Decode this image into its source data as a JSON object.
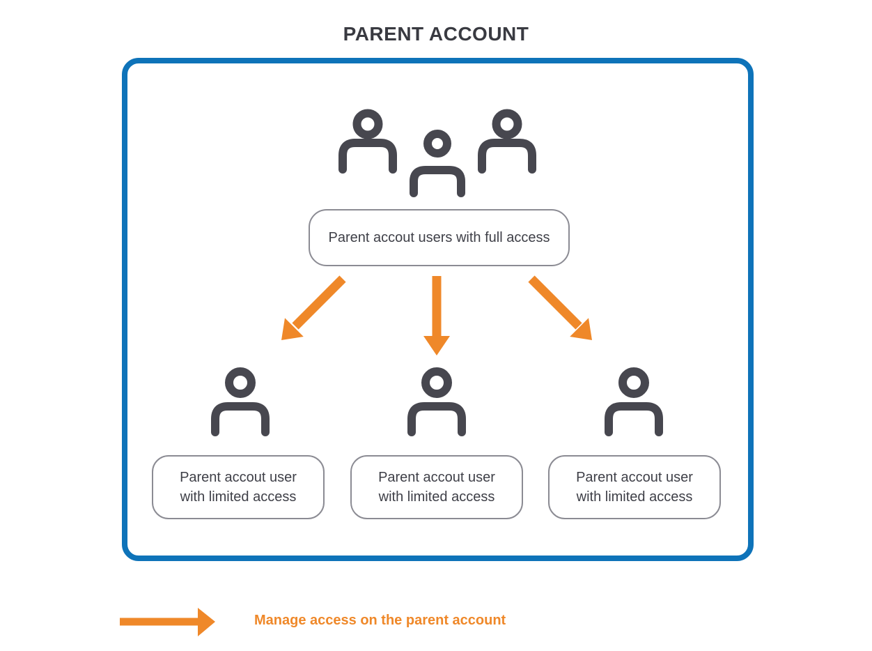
{
  "title": "PARENT ACCOUNT",
  "colors": {
    "frame_blue": "#0e73b9",
    "arrow_orange": "#ef8829",
    "icon_gray": "#47474f",
    "text_dark": "#3e3f47",
    "pill_border": "#8b8b93"
  },
  "diagram": {
    "root": {
      "icon": "users-group-icon",
      "label": "Parent accout users with full access"
    },
    "arrows": [
      {
        "direction": "down-left"
      },
      {
        "direction": "down"
      },
      {
        "direction": "down-right"
      }
    ],
    "children": [
      {
        "icon": "user-icon",
        "lines": [
          "Parent accout user",
          "with limited access"
        ]
      },
      {
        "icon": "user-icon",
        "lines": [
          "Parent accout user",
          "with limited access"
        ]
      },
      {
        "icon": "user-icon",
        "lines": [
          "Parent accout user",
          "with limited access"
        ]
      }
    ]
  },
  "legend": {
    "icon": "right-arrow-icon",
    "label": "Manage access on the parent account"
  }
}
